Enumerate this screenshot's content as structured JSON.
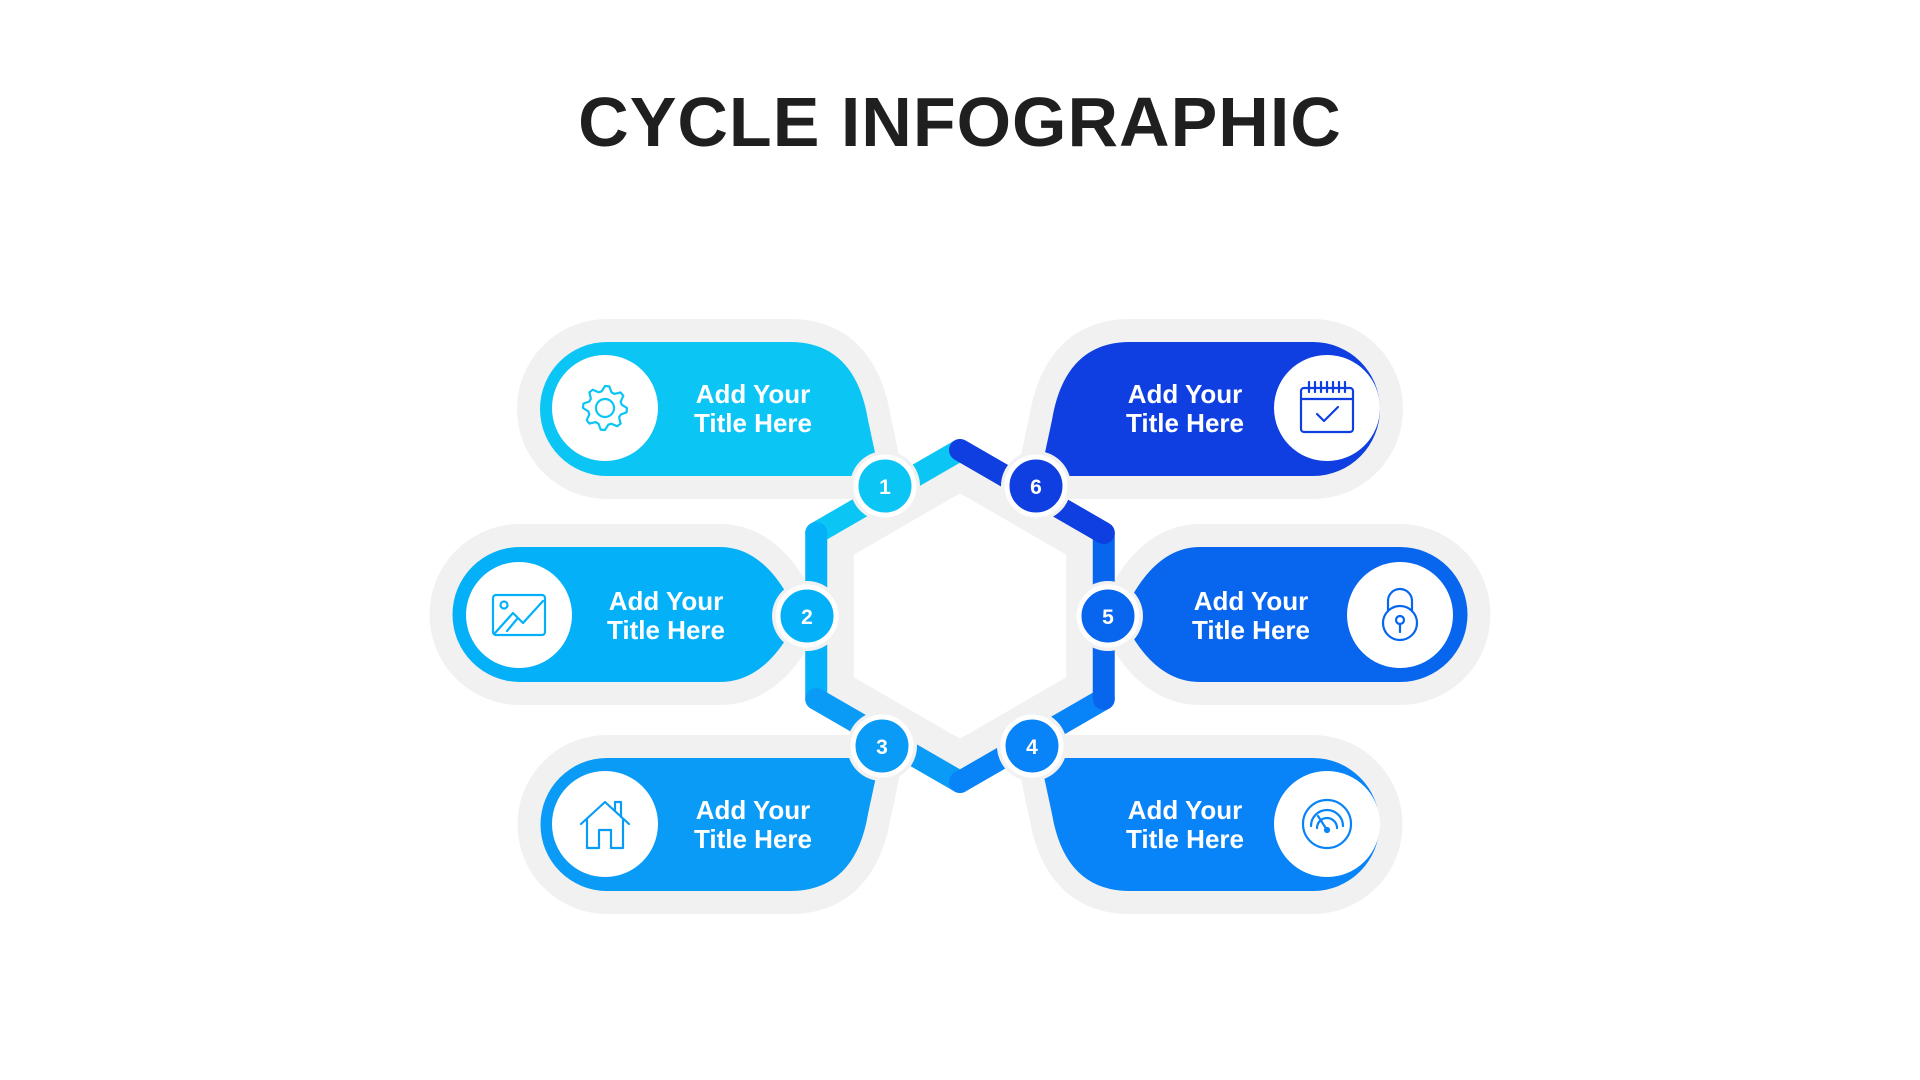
{
  "title": "CYCLE INFOGRAPHIC",
  "colors": {
    "background": "#ffffff",
    "halo": "#f1f1f1",
    "title": "#1f1f1f"
  },
  "steps": [
    {
      "number": "1",
      "title_lines": [
        "Add Your",
        "Title Here"
      ],
      "icon": "gear-icon",
      "color": "#0bc5f5"
    },
    {
      "number": "2",
      "title_lines": [
        "Add Your",
        "Title Here"
      ],
      "icon": "image-icon",
      "color": "#04b0f8"
    },
    {
      "number": "3",
      "title_lines": [
        "Add Your",
        "Title Here"
      ],
      "icon": "house-icon",
      "color": "#0a9bf6"
    },
    {
      "number": "4",
      "title_lines": [
        "Add Your",
        "Title Here"
      ],
      "icon": "gauge-icon",
      "color": "#0884f8"
    },
    {
      "number": "5",
      "title_lines": [
        "Add Your",
        "Title Here"
      ],
      "icon": "lock-icon",
      "color": "#0866ee"
    },
    {
      "number": "6",
      "title_lines": [
        "Add Your",
        "Title Here"
      ],
      "icon": "calendar-icon",
      "color": "#0f3fe0"
    }
  ]
}
